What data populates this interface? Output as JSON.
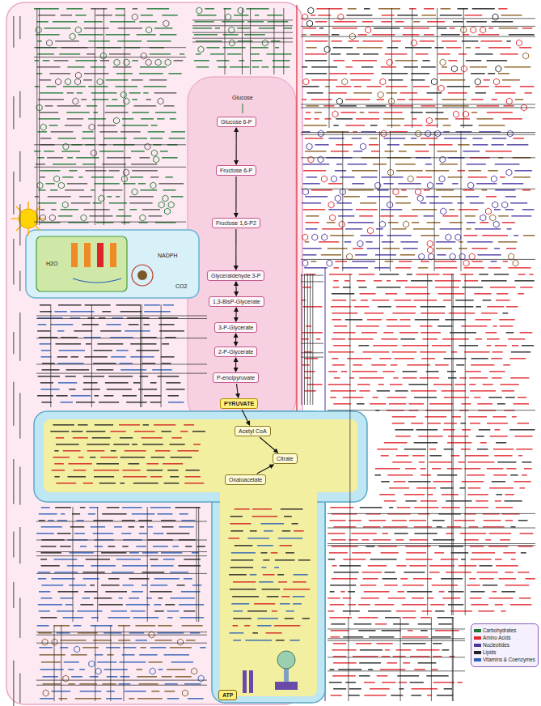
{
  "diagram": {
    "nodes": [
      {
        "text": [
          "Glucose 6-P"
        ]
      },
      {
        "text": [
          "Fructose 6-P"
        ]
      },
      {
        "text": [
          "Fructose 1,6-P2"
        ]
      },
      {
        "text": [
          "Glyceraldehyde 3-P"
        ]
      },
      {
        "text": [
          "1,3-BisP-Glycerate"
        ]
      },
      {
        "text": [
          "3-P-Glycerate"
        ]
      },
      {
        "text": [
          "2-P-Glycerate"
        ]
      },
      {
        "text": [
          "P-enolpyruvate"
        ]
      },
      {
        "text": [
          "PYRUVATE"
        ]
      },
      {
        "text": [
          "Acetyl CoA"
        ]
      },
      {
        "text": [
          "Citrate"
        ]
      },
      {
        "text": [
          "Oxaloacetate"
        ]
      },
      {
        "text": [
          "ATP"
        ]
      }
    ],
    "edges": [
      {
        "from": 0,
        "to": 1,
        "arrow": "both"
      },
      {
        "from": 1,
        "to": 2,
        "arrow": "to"
      },
      {
        "from": 2,
        "to": 3,
        "arrow": "to"
      },
      {
        "from": 3,
        "to": 4,
        "arrow": "both"
      },
      {
        "from": 4,
        "to": 5,
        "arrow": "both"
      },
      {
        "from": 5,
        "to": 6,
        "arrow": "both"
      },
      {
        "from": 6,
        "to": 7,
        "arrow": "both"
      },
      {
        "from": 7,
        "to": 8,
        "arrow": "to"
      },
      {
        "from": 8,
        "to": 9,
        "arrow": "to"
      },
      {
        "from": 9,
        "to": 10,
        "arrow": "to"
      },
      {
        "from": 11,
        "to": 10,
        "arrow": "to"
      }
    ],
    "labels": [
      "Glucose",
      "H2O",
      "NADPH",
      "CO2"
    ],
    "legend": [
      {
        "text": "Carbohydrates",
        "color": "#1f7a35"
      },
      {
        "text": "Amino Acids",
        "color": "#e0242b"
      },
      {
        "text": "Nucleotides",
        "color": "#4b35a0"
      },
      {
        "text": "Lipids",
        "color": "#222222"
      },
      {
        "text": "Vitamins & Coenzymes",
        "color": "#2b5fb5"
      }
    ]
  }
}
